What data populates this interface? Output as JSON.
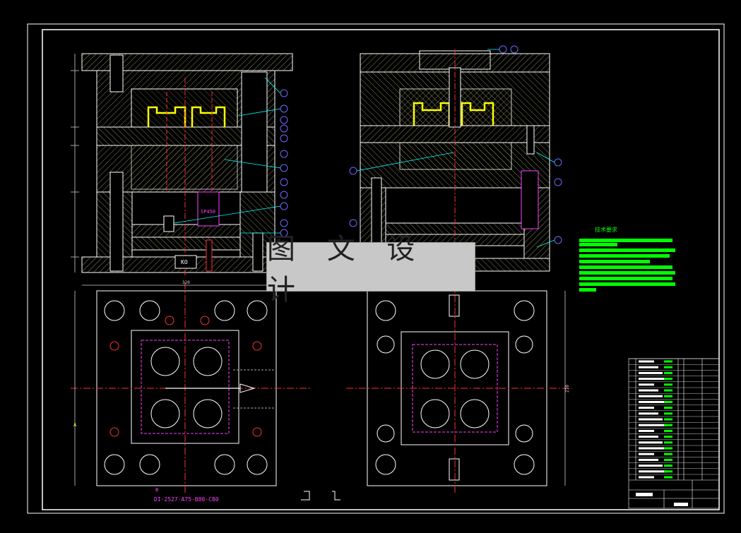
{
  "watermark": {
    "text": "图 文 设 计"
  },
  "drawing": {
    "model_code": "DI-2527-A75-B80-C80",
    "ejector_label": "KO",
    "sprue_label": "SP450",
    "tech_title": "技术要求",
    "dim_width": "320",
    "dim_height": "270",
    "section_mark": "A",
    "section_mark_b": "B"
  },
  "colors": {
    "background": "#000000",
    "outline": "#ffffff",
    "hatch": "#8a8a5a",
    "cavity": "#ffff00",
    "centerline": "#ff3030",
    "leader": "#00ffff",
    "balloon": "#6a6aff",
    "magenta": "#ff40ff",
    "text_green": "#00ff00",
    "dimension": "#cccccc"
  }
}
